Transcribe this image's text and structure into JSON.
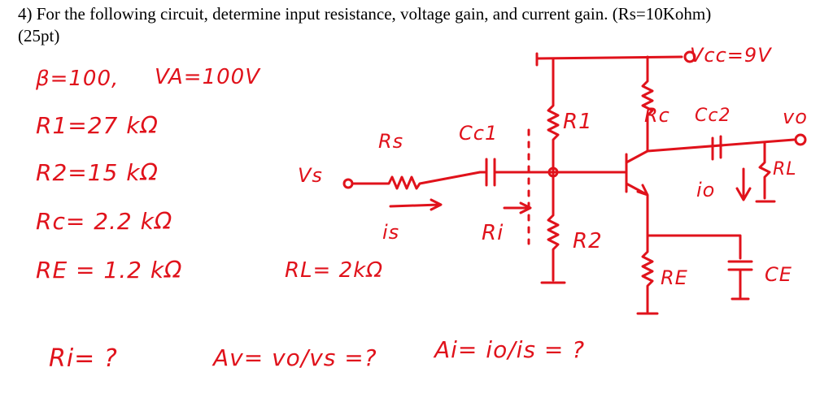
{
  "problem": {
    "text": "4)  For the following circuit, determine input resistance, voltage gain, and current gain. (Rs=10Kohm)",
    "points": "(25pt)"
  },
  "given": {
    "beta": "β=100,",
    "va": "VA=100V",
    "r1": "R1=27 kΩ",
    "r2": "R2=15 kΩ",
    "rc": "Rc= 2.2 kΩ",
    "re": "RE = 1.2 kΩ",
    "rl": "RL= 2kΩ"
  },
  "circuit_labels": {
    "vcc": "Vcc=9V",
    "rs": "Rs",
    "cc1": "Cc1",
    "r1": "R1",
    "rc": "Rc",
    "cc2": "Cc2",
    "vo": "vo",
    "vs": "Vs",
    "is": "is",
    "ri": "Ri",
    "r2": "R2",
    "io": "io",
    "rl": "RL",
    "re": "RE",
    "ce": "CE"
  },
  "questions": {
    "ri": "Ri= ?",
    "av": "Av= vo/vs =?",
    "ai": "Ai= io/is = ?"
  },
  "colors": {
    "ink": "#e0121b",
    "text": "#000000"
  }
}
